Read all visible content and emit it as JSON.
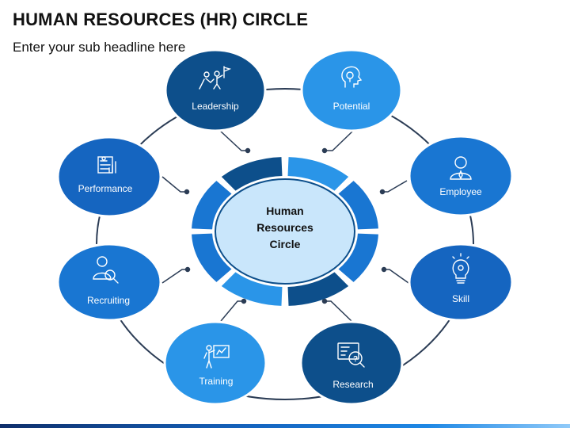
{
  "header": {
    "title": "HUMAN RESOURCES (HR) CIRCLE",
    "subtitle": "Enter your sub headline here"
  },
  "center": {
    "lines": [
      "Human",
      "Resources",
      "Circle"
    ]
  },
  "nodes": [
    {
      "label": "Leadership",
      "icon": "leadership-icon",
      "color": "#0d4f8b"
    },
    {
      "label": "Potential",
      "icon": "idea-head-icon",
      "color": "#2a95e8"
    },
    {
      "label": "Employee",
      "icon": "employee-icon",
      "color": "#1976d2"
    },
    {
      "label": "Skill",
      "icon": "bulb-icon",
      "color": "#1565c0"
    },
    {
      "label": "Research",
      "icon": "research-icon",
      "color": "#0d4f8b"
    },
    {
      "label": "Training",
      "icon": "training-icon",
      "color": "#2a95e8"
    },
    {
      "label": "Recruiting",
      "icon": "recruiting-icon",
      "color": "#1976d2"
    },
    {
      "label": "Performance",
      "icon": "performance-icon",
      "color": "#1565c0"
    }
  ],
  "colors": {
    "dark": "#0d4f8b",
    "medium": "#1976d2",
    "light": "#2a95e8",
    "center_fill": "#c9e6fb",
    "connector": "#2b3c55"
  }
}
